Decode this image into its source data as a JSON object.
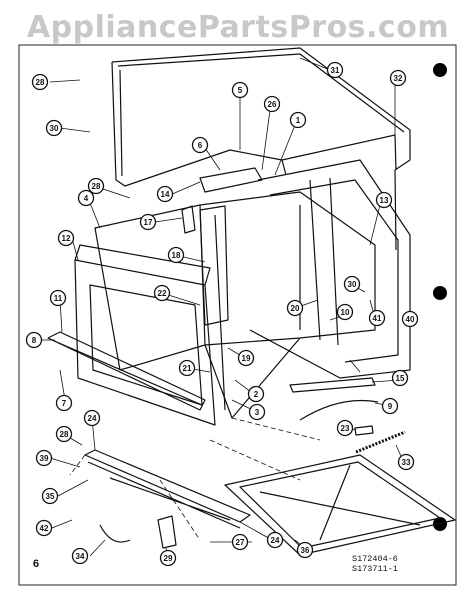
{
  "watermark": "AppliancePartsPros.com",
  "page_number": "6",
  "reference_codes": [
    "S172404-6",
    "S173711-1"
  ],
  "callouts": [
    {
      "id": "c-28-top",
      "label": "28"
    },
    {
      "id": "c-31",
      "label": "31"
    },
    {
      "id": "c-32",
      "label": "32"
    },
    {
      "id": "c-30-left",
      "label": "30"
    },
    {
      "id": "c-5",
      "label": "5"
    },
    {
      "id": "c-26",
      "label": "26"
    },
    {
      "id": "c-1",
      "label": "1"
    },
    {
      "id": "c-6",
      "label": "6"
    },
    {
      "id": "c-28-mid",
      "label": "28"
    },
    {
      "id": "c-14",
      "label": "14"
    },
    {
      "id": "c-4",
      "label": "4"
    },
    {
      "id": "c-17",
      "label": "17"
    },
    {
      "id": "c-13",
      "label": "13"
    },
    {
      "id": "c-12",
      "label": "12"
    },
    {
      "id": "c-18",
      "label": "18"
    },
    {
      "id": "c-30-right",
      "label": "30"
    },
    {
      "id": "c-22",
      "label": "22"
    },
    {
      "id": "c-11",
      "label": "11"
    },
    {
      "id": "c-20",
      "label": "20"
    },
    {
      "id": "c-41",
      "label": "41"
    },
    {
      "id": "c-40",
      "label": "40"
    },
    {
      "id": "c-8",
      "label": "8"
    },
    {
      "id": "c-10",
      "label": "10"
    },
    {
      "id": "c-21",
      "label": "21"
    },
    {
      "id": "c-19",
      "label": "19"
    },
    {
      "id": "c-2",
      "label": "2"
    },
    {
      "id": "c-15",
      "label": "15"
    },
    {
      "id": "c-3",
      "label": "3"
    },
    {
      "id": "c-7",
      "label": "7"
    },
    {
      "id": "c-9",
      "label": "9"
    },
    {
      "id": "c-24-top",
      "label": "24"
    },
    {
      "id": "c-23",
      "label": "23"
    },
    {
      "id": "c-28-low",
      "label": "28"
    },
    {
      "id": "c-39",
      "label": "39"
    },
    {
      "id": "c-33",
      "label": "33"
    },
    {
      "id": "c-35",
      "label": "35"
    },
    {
      "id": "c-42",
      "label": "42"
    },
    {
      "id": "c-24-low",
      "label": "24"
    },
    {
      "id": "c-27",
      "label": "27"
    },
    {
      "id": "c-34",
      "label": "34"
    },
    {
      "id": "c-29",
      "label": "29"
    },
    {
      "id": "c-36",
      "label": "36"
    }
  ]
}
